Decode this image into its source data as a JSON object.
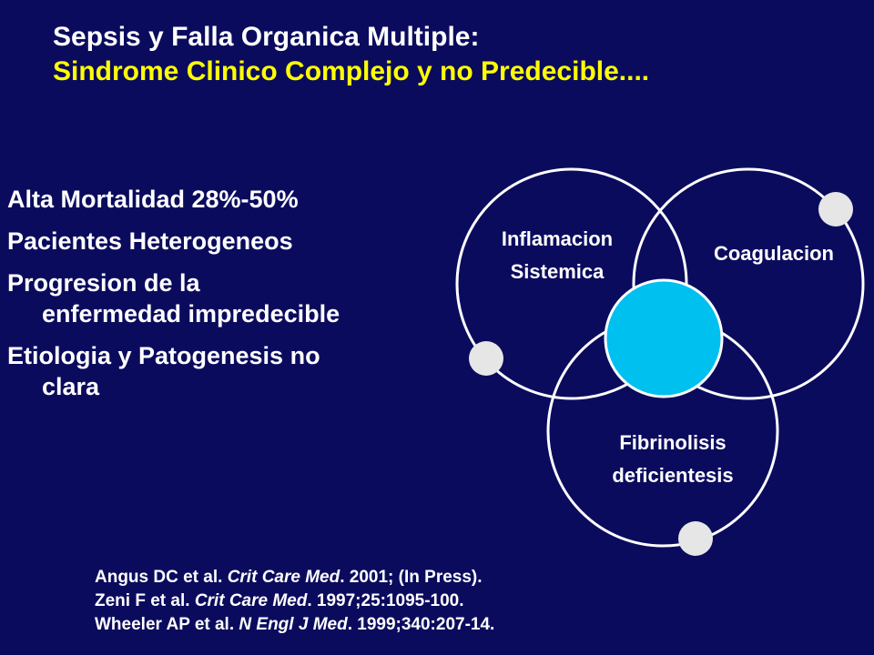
{
  "title": {
    "line1": "Sepsis y Falla Organica Multiple:",
    "line2": "Sindrome Clinico Complejo  y no Predecible...."
  },
  "bullets": [
    {
      "line1": "Alta Mortalidad 28%-50%",
      "line2": ""
    },
    {
      "line1": "Pacientes Heterogeneos",
      "line2": ""
    },
    {
      "line1": "Progresion de la",
      "line2": "enfermedad impredecible"
    },
    {
      "line1": "Etiologia y Patogenesis no",
      "line2": "clara"
    }
  ],
  "diagram": {
    "circle1": {
      "line1": "Inflamacion",
      "line2": "Sistemica"
    },
    "circle2": {
      "line1": "Coagulacion"
    },
    "circle3": {
      "line1": "Fibrinolisis",
      "line2": "deficientesis"
    },
    "colors": {
      "outline": "#ffffff",
      "center": "#00c0f0",
      "dot": "#e6e6e6"
    }
  },
  "references": [
    {
      "author": "Angus DC et al. ",
      "journal": "Crit Care Med",
      "rest": ". 2001; (In Press)."
    },
    {
      "author": "Zeni F et al. ",
      "journal": "Crit Care Med",
      "rest": ". 1997;25:1095-100."
    },
    {
      "author": "Wheeler AP et al. ",
      "journal": "N Engl J Med",
      "rest": ". 1999;340:207-14."
    }
  ]
}
